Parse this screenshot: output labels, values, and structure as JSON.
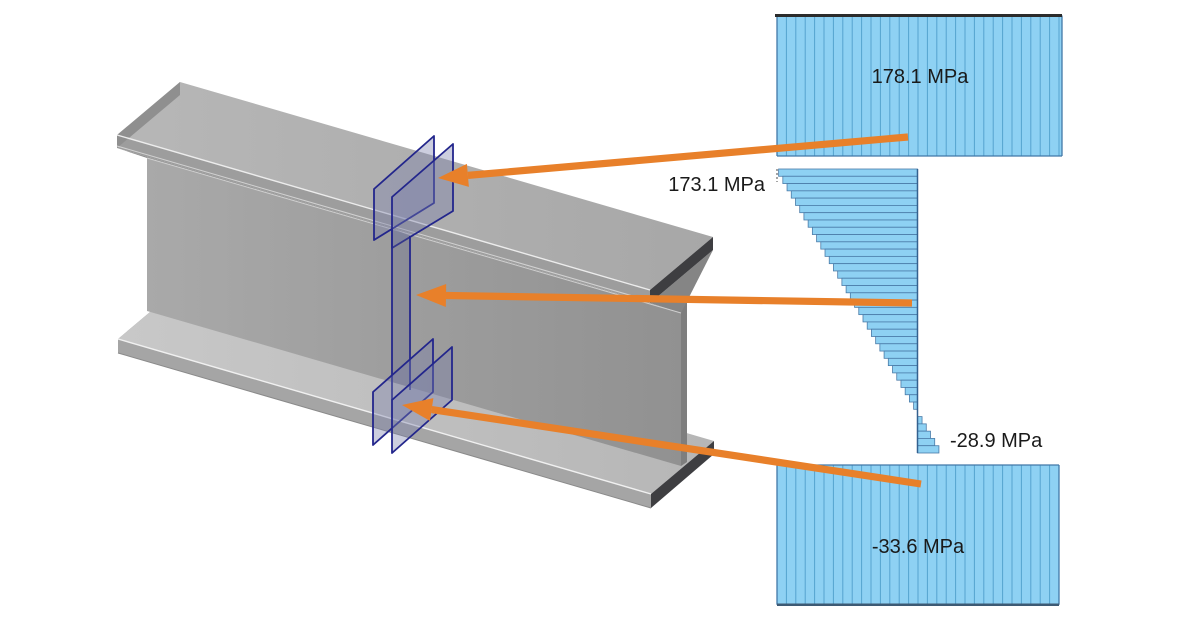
{
  "diagram": {
    "kind": "beam-bending-stress-diagram",
    "unit": "MPa"
  },
  "labels": {
    "top_flange_stress": "178.1 MPa",
    "web_top_stress": "173.1 MPa",
    "web_bottom_stress": "-28.9 MPa",
    "bottom_flange_stress": "-33.6 MPa"
  },
  "colors": {
    "stress_fill": "#8ED1F3",
    "stress_hatch": "#55A3CF",
    "stress_strip_stroke": "#4A7BA8",
    "stress_border": "#4178A8",
    "stress_border_dark": "#2B2B2B",
    "stress_border_bottom_dark": "#3D5A74",
    "profile_axis": "#33618F",
    "arrow": "#E8802A",
    "section_plane_stroke": "#23268C",
    "section_plane_fill": "rgba(120,126,170,0.38)",
    "section_plane_band": "rgba(95,100,140,0.30)"
  },
  "chart_data": [
    {
      "type": "area",
      "name": "top-flange-normal-stress",
      "region": "top flange",
      "profile": "uniform",
      "value_mpa": 178.1,
      "label": "178.1 MPa",
      "hatch": "vertical"
    },
    {
      "type": "area",
      "name": "web-normal-stress",
      "region": "web",
      "profile": "linear",
      "top_value_mpa": 173.1,
      "bottom_value_mpa": -28.9,
      "top_label": "173.1 MPa",
      "bottom_label": "-28.9 MPa",
      "hatch": "horizontal-stepped"
    },
    {
      "type": "area",
      "name": "bottom-flange-normal-stress",
      "region": "bottom flange",
      "profile": "uniform",
      "value_mpa": -33.6,
      "label": "-33.6 MPa",
      "hatch": "vertical"
    }
  ]
}
